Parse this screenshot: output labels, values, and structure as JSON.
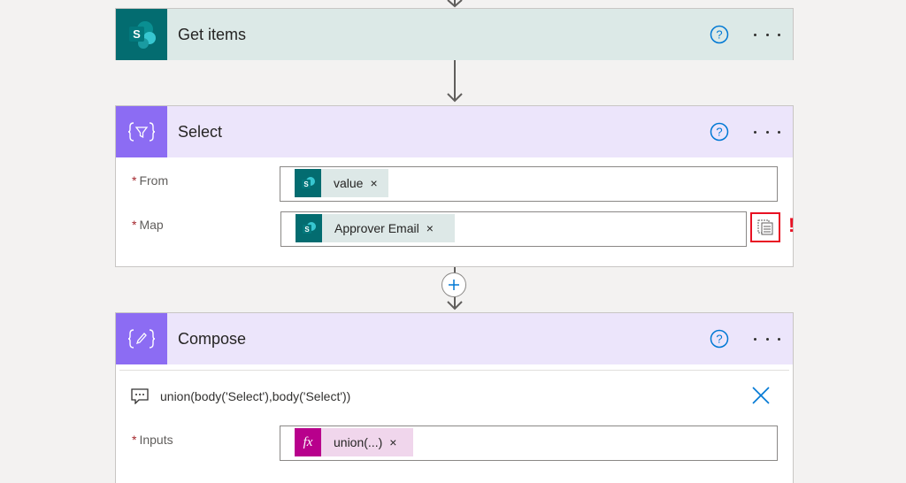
{
  "colors": {
    "sharepoint_header": "#dce9e7",
    "sharepoint_icon": "#036c70",
    "dataop_header": "#ece5fb",
    "dataop_icon": "#8c6cf3",
    "expression_token": "#f0d6ec",
    "expression_icon": "#b8008c",
    "help_blue": "#0078d4",
    "required_red": "#a4262c",
    "warning_red": "#e81123"
  },
  "get_items": {
    "title": "Get items",
    "icon": "sharepoint-icon"
  },
  "select": {
    "title": "Select",
    "icon": "data-operation-filter-icon",
    "from_label": "From",
    "from_token": "value",
    "map_label": "Map",
    "map_token": "Approver Email",
    "switch_mode_icon": "switch-map-mode-icon",
    "warning_mark": "!"
  },
  "compose": {
    "title": "Compose",
    "icon": "compose-icon",
    "expression_text": "union(body('Select'),body('Select'))",
    "inputs_label": "Inputs",
    "inputs_token": "union(...)",
    "fx_label": "fx"
  },
  "required_marker": "*",
  "remove_glyph": "×"
}
